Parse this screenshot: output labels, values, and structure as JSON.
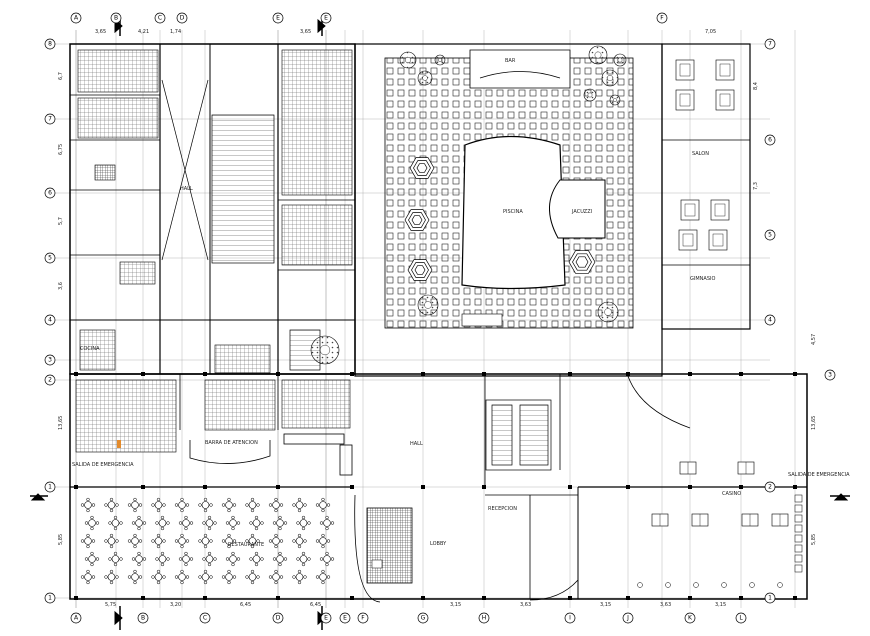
{
  "grid": {
    "columns_top": [
      "A",
      "B",
      "C",
      "D",
      "E",
      "E",
      "F"
    ],
    "columns_bottom": [
      "A",
      "B",
      "C",
      "D",
      "E",
      "E",
      "F",
      "G",
      "H",
      "I",
      "J",
      "K",
      "L"
    ],
    "rows_left": [
      "8",
      "7",
      "6",
      "5",
      "4",
      "3",
      "2",
      "1",
      "1"
    ],
    "rows_right": [
      "7",
      "6",
      "5",
      "4",
      "3",
      "2",
      "1"
    ]
  },
  "dimensions": {
    "top": [
      "3,65",
      "4,21",
      "1,74",
      "3,65",
      "7,05"
    ],
    "bottom": [
      "5,75",
      "3,20",
      "6,45",
      "6,45",
      "3,15",
      "3,63",
      "3,15",
      "3,63",
      "3,15"
    ],
    "left": [
      "6,7",
      "6,75",
      "5,7",
      "3,6",
      "13,65",
      "5,85"
    ],
    "right": [
      "8,4",
      "7,3",
      "4,57",
      "13,65",
      "5,85"
    ]
  },
  "rooms": {
    "piscina": "PISCINA",
    "jacuzzi": "JACUZZI",
    "bar": "BAR",
    "restaurant": "RESTAURANTE",
    "casino": "CASINO",
    "lobby": "LOBBY",
    "salon": "SALON",
    "gimnasio": "GIMNASIO",
    "barra": "BARRA DE ATENCION",
    "salida_left": "SALIDA DE EMERGENCIA",
    "salida_right": "SALIDA DE EMERGENCIA",
    "hall": "HALL",
    "cocina": "COCINA",
    "recepcion": "RECEPCION",
    "hall2": "HALL"
  },
  "colors": {
    "line": "#000000",
    "hatch": "#555555",
    "accent": "#e38b2c"
  }
}
